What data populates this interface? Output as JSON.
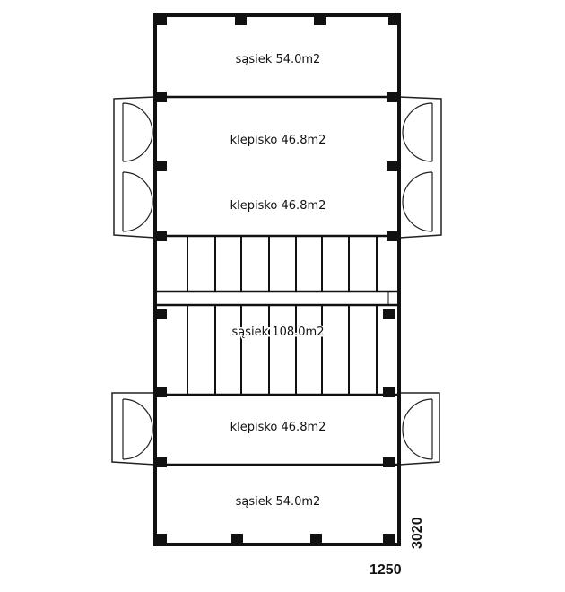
{
  "rooms": [
    {
      "label": "sąsiek 54.0m2"
    },
    {
      "label": "klepisko 46.8m2"
    },
    {
      "label": "klepisko 46.8m2"
    },
    {
      "label": "sąsiek 108.0m2"
    },
    {
      "label": "klepisko 46.8m2"
    },
    {
      "label": "sąsiek 54.0m2"
    }
  ],
  "dimensions": {
    "height": "3020",
    "width": "1250"
  }
}
